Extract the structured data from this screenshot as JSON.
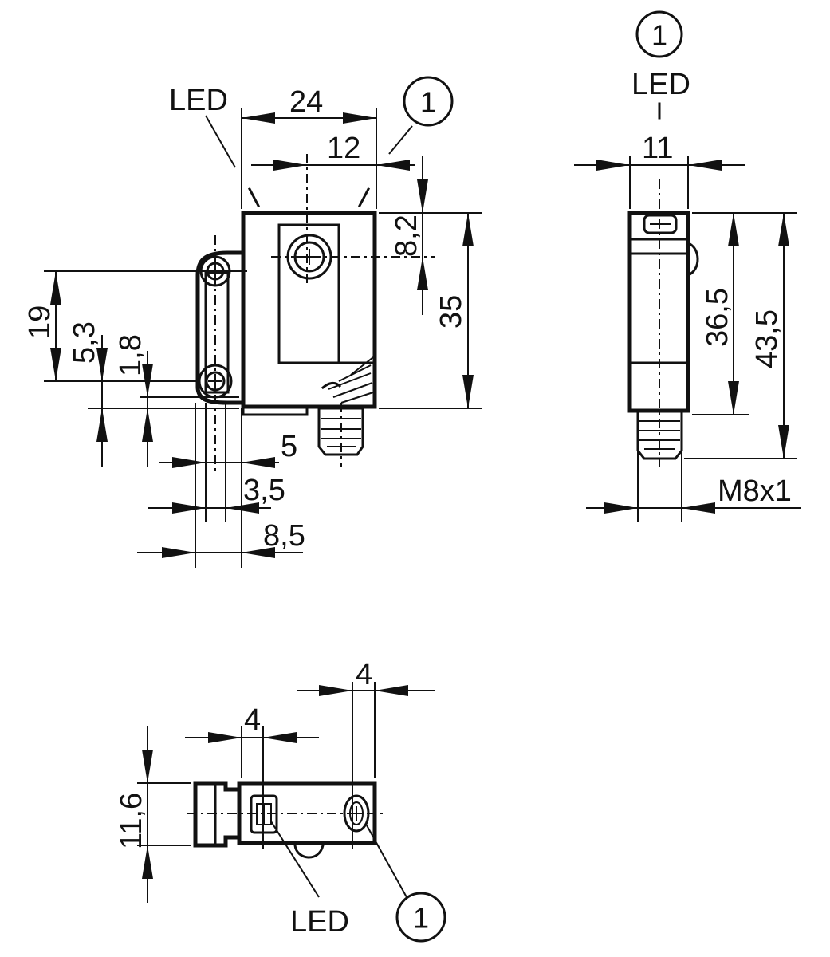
{
  "labels": {
    "led": "LED",
    "callout": "1",
    "thread": "M8x1"
  },
  "dimensions": {
    "width_24": "24",
    "width_12": "12",
    "height_8_2": "8,2",
    "height_35": "35",
    "height_19": "19",
    "height_5_3": "5,3",
    "height_1_8": "1,8",
    "offset_5": "5",
    "offset_3_5": "3,5",
    "offset_8_5": "8,5",
    "side_width_11": "11",
    "side_height_36_5": "36,5",
    "side_height_43_5": "43,5",
    "bottom_4_left": "4",
    "bottom_4_right": "4",
    "bottom_height_11_6": "11,6"
  }
}
